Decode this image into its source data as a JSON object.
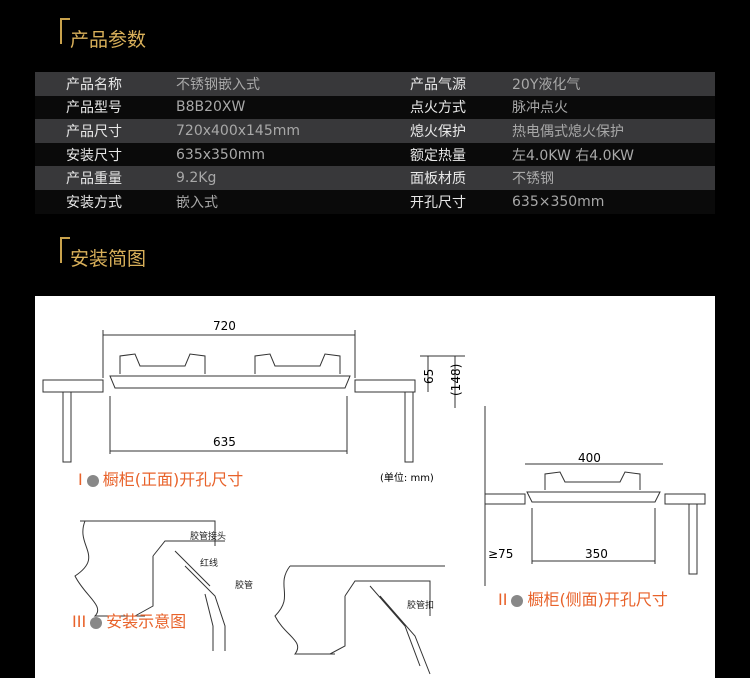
{
  "params": {
    "title": "产品参数",
    "rows": [
      [
        "产品名称",
        "不锈钢嵌入式",
        "产品气源",
        "20Y液化气"
      ],
      [
        "产品型号",
        "B8B20XW",
        "点火方式",
        "脉冲点火"
      ],
      [
        "产品尺寸",
        "720x400x145mm",
        "熄火保护",
        "热电偶式熄火保护"
      ],
      [
        "安装尺寸",
        "635x350mm",
        "额定热量",
        "左4.0KW 右4.0KW"
      ],
      [
        "产品重量",
        "9.2Kg",
        "面板材质",
        "不锈钢"
      ],
      [
        "安装方式",
        "嵌入式",
        "开孔尺寸",
        "635×350mm"
      ]
    ]
  },
  "install": {
    "title": "安装简图",
    "front": {
      "width": "720",
      "cutout": "635",
      "h1": "65",
      "h2": "(148)",
      "unit": "(单位: mm)",
      "num": "I",
      "caption": "橱柜(正面)开孔尺寸"
    },
    "side": {
      "depth": "400",
      "cutout": "350",
      "min": "≥75",
      "num": "II",
      "caption": "橱柜(侧面)开孔尺寸"
    },
    "diagram": {
      "num": "III",
      "caption": "安装示意图",
      "labels": [
        "胶管接头",
        "红线",
        "胶管",
        "胶管扣"
      ]
    }
  }
}
